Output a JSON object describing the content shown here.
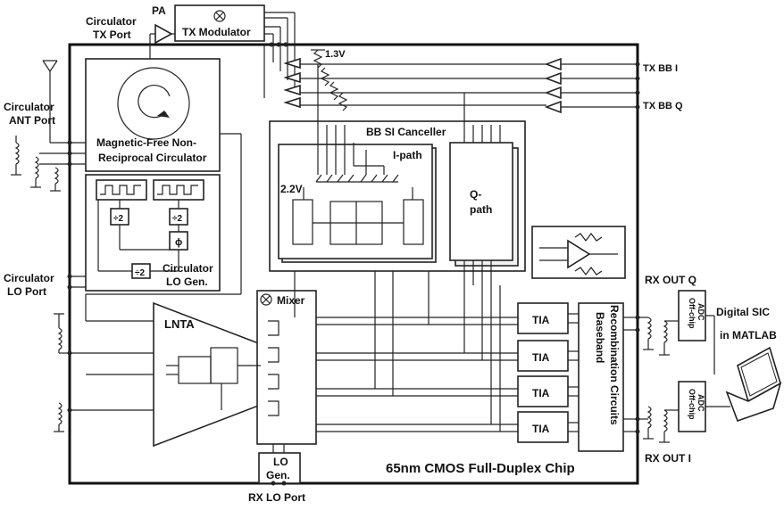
{
  "labels": {
    "pa": "PA",
    "circ_tx_1": "Circulator",
    "circ_tx_2": "TX Port",
    "tx_mod": "TX Modulator",
    "v13": "1.3V",
    "tx_bb_i": "TX BB I",
    "tx_bb_q": "TX BB Q",
    "circ_ant_1": "Circulator",
    "circ_ant_2": "ANT Port",
    "circ_block_1": "Magnetic-Free Non-",
    "circ_block_2": "Reciprocal Circulator",
    "bb_si": "BB SI Canceller",
    "i_path": "I-path",
    "v22": "2.2V",
    "q_path_1": "Q-",
    "q_path_2": "path",
    "div2": "÷2",
    "phi": "ϕ",
    "circ_lo_1": "Circulator",
    "circ_lo_2": "LO Gen.",
    "circ_lo_port_1": "Circulator",
    "circ_lo_port_2": "LO Port",
    "rx_out_q": "RX OUT Q",
    "rx_out_i": "RX OUT I",
    "offchip_1": "Off-chip",
    "offchip_2": "ADC",
    "digital_1": "Digital SIC",
    "digital_2": "in MATLAB",
    "lnta": "LNTA",
    "mixer": "Mixer",
    "tia": "TIA",
    "bbrc_1": "Baseband",
    "bbrc_2": "Recombination Circuits",
    "lo_gen_1": "LO",
    "lo_gen_2": "Gen.",
    "rx_lo_port": "RX LO Port",
    "chip": "65nm CMOS Full-Duplex Chip"
  },
  "icons": {
    "antenna": "antenna-icon",
    "laptop": "laptop-icon",
    "mixer": "mixer-x-icon",
    "circulator": "circulator-arrow-icon"
  }
}
